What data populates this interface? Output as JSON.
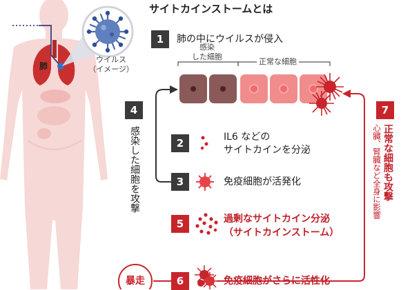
{
  "title": "サイトカインストームとは",
  "body": {
    "lung_label": "肺",
    "virus_caption_1": "ウイルス",
    "virus_caption_2": "（イメージ）"
  },
  "cells": {
    "infected_label_1": "感染",
    "infected_label_2": "した細胞",
    "normal_label": "正常な細胞"
  },
  "steps": [
    {
      "num": "1",
      "text": "肺の中にウイルスが侵入"
    },
    {
      "num": "2",
      "line1": "IL6 などの",
      "line2": "サイトカインを分泌"
    },
    {
      "num": "3",
      "text": "免疫細胞が活発化"
    },
    {
      "num": "4",
      "text": "感染した細胞を攻撃"
    },
    {
      "num": "5",
      "line1": "過剰なサイトカイン分泌",
      "line2": "（サイトカインストーム）"
    },
    {
      "num": "6",
      "text": "免疫細胞がさらに活性化",
      "tag": "暴走"
    },
    {
      "num": "7",
      "line1": "正常な細胞も攻撃",
      "line2": "心臓、腎臓など全身に影響"
    }
  ],
  "colors": {
    "red": "#c8242c",
    "dark": "#3a3a3a",
    "infected_cell": "#8a5a58",
    "normal_cell": "#f08080",
    "body": "#f6d8d6"
  }
}
